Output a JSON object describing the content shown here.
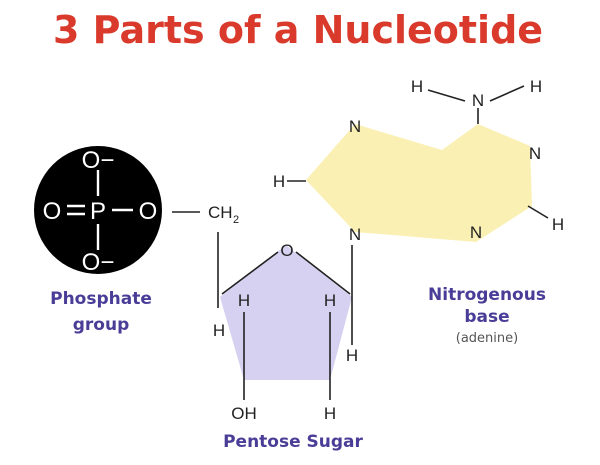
{
  "title": "3 Parts of a Nucleotide",
  "labels": {
    "phosphate_line1": "Phosphate",
    "phosphate_line2": "group",
    "base_line1": "Nitrogenous",
    "base_line2": "base",
    "base_note": "(adenine)",
    "sugar": "Pentose Sugar"
  },
  "atoms": {
    "phosphorus": "P",
    "oxygen": "O",
    "o_minus": "O−",
    "carbon_h": "CH",
    "subscript_2": "2",
    "hydrogen": "H",
    "nitrogen": "N",
    "hydroxyl": "OH"
  },
  "colors": {
    "title": "#d93a2b",
    "label": "#4a3d97",
    "phosphate_fill": "#000000",
    "sugar_fill": "#d6d1f1",
    "base_fill": "#fbf0b3"
  }
}
